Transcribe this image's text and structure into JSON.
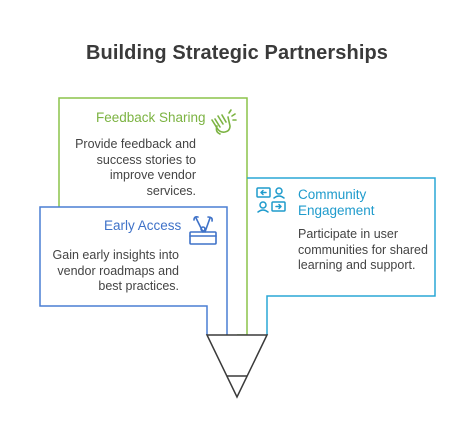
{
  "title": "Building Strategic Partnerships",
  "cards": {
    "feedback": {
      "title": "Feedback Sharing",
      "body": "Provide feedback and success stories to improve vendor services.",
      "color": "#8bc34a",
      "icon": "clapping-hands-icon"
    },
    "early_access": {
      "title": "Early Access",
      "body": "Gain early insights into vendor roadmaps and best practices.",
      "color": "#4a7fd4",
      "icon": "tools-box-icon"
    },
    "community": {
      "title_line1": "Community",
      "title_line2": "Engagement",
      "body": "Participate in user communities for shared learning and support.",
      "color": "#2aa7d6",
      "icon": "community-chat-icon"
    }
  },
  "funnel": {
    "color": "#3a3a3a"
  }
}
